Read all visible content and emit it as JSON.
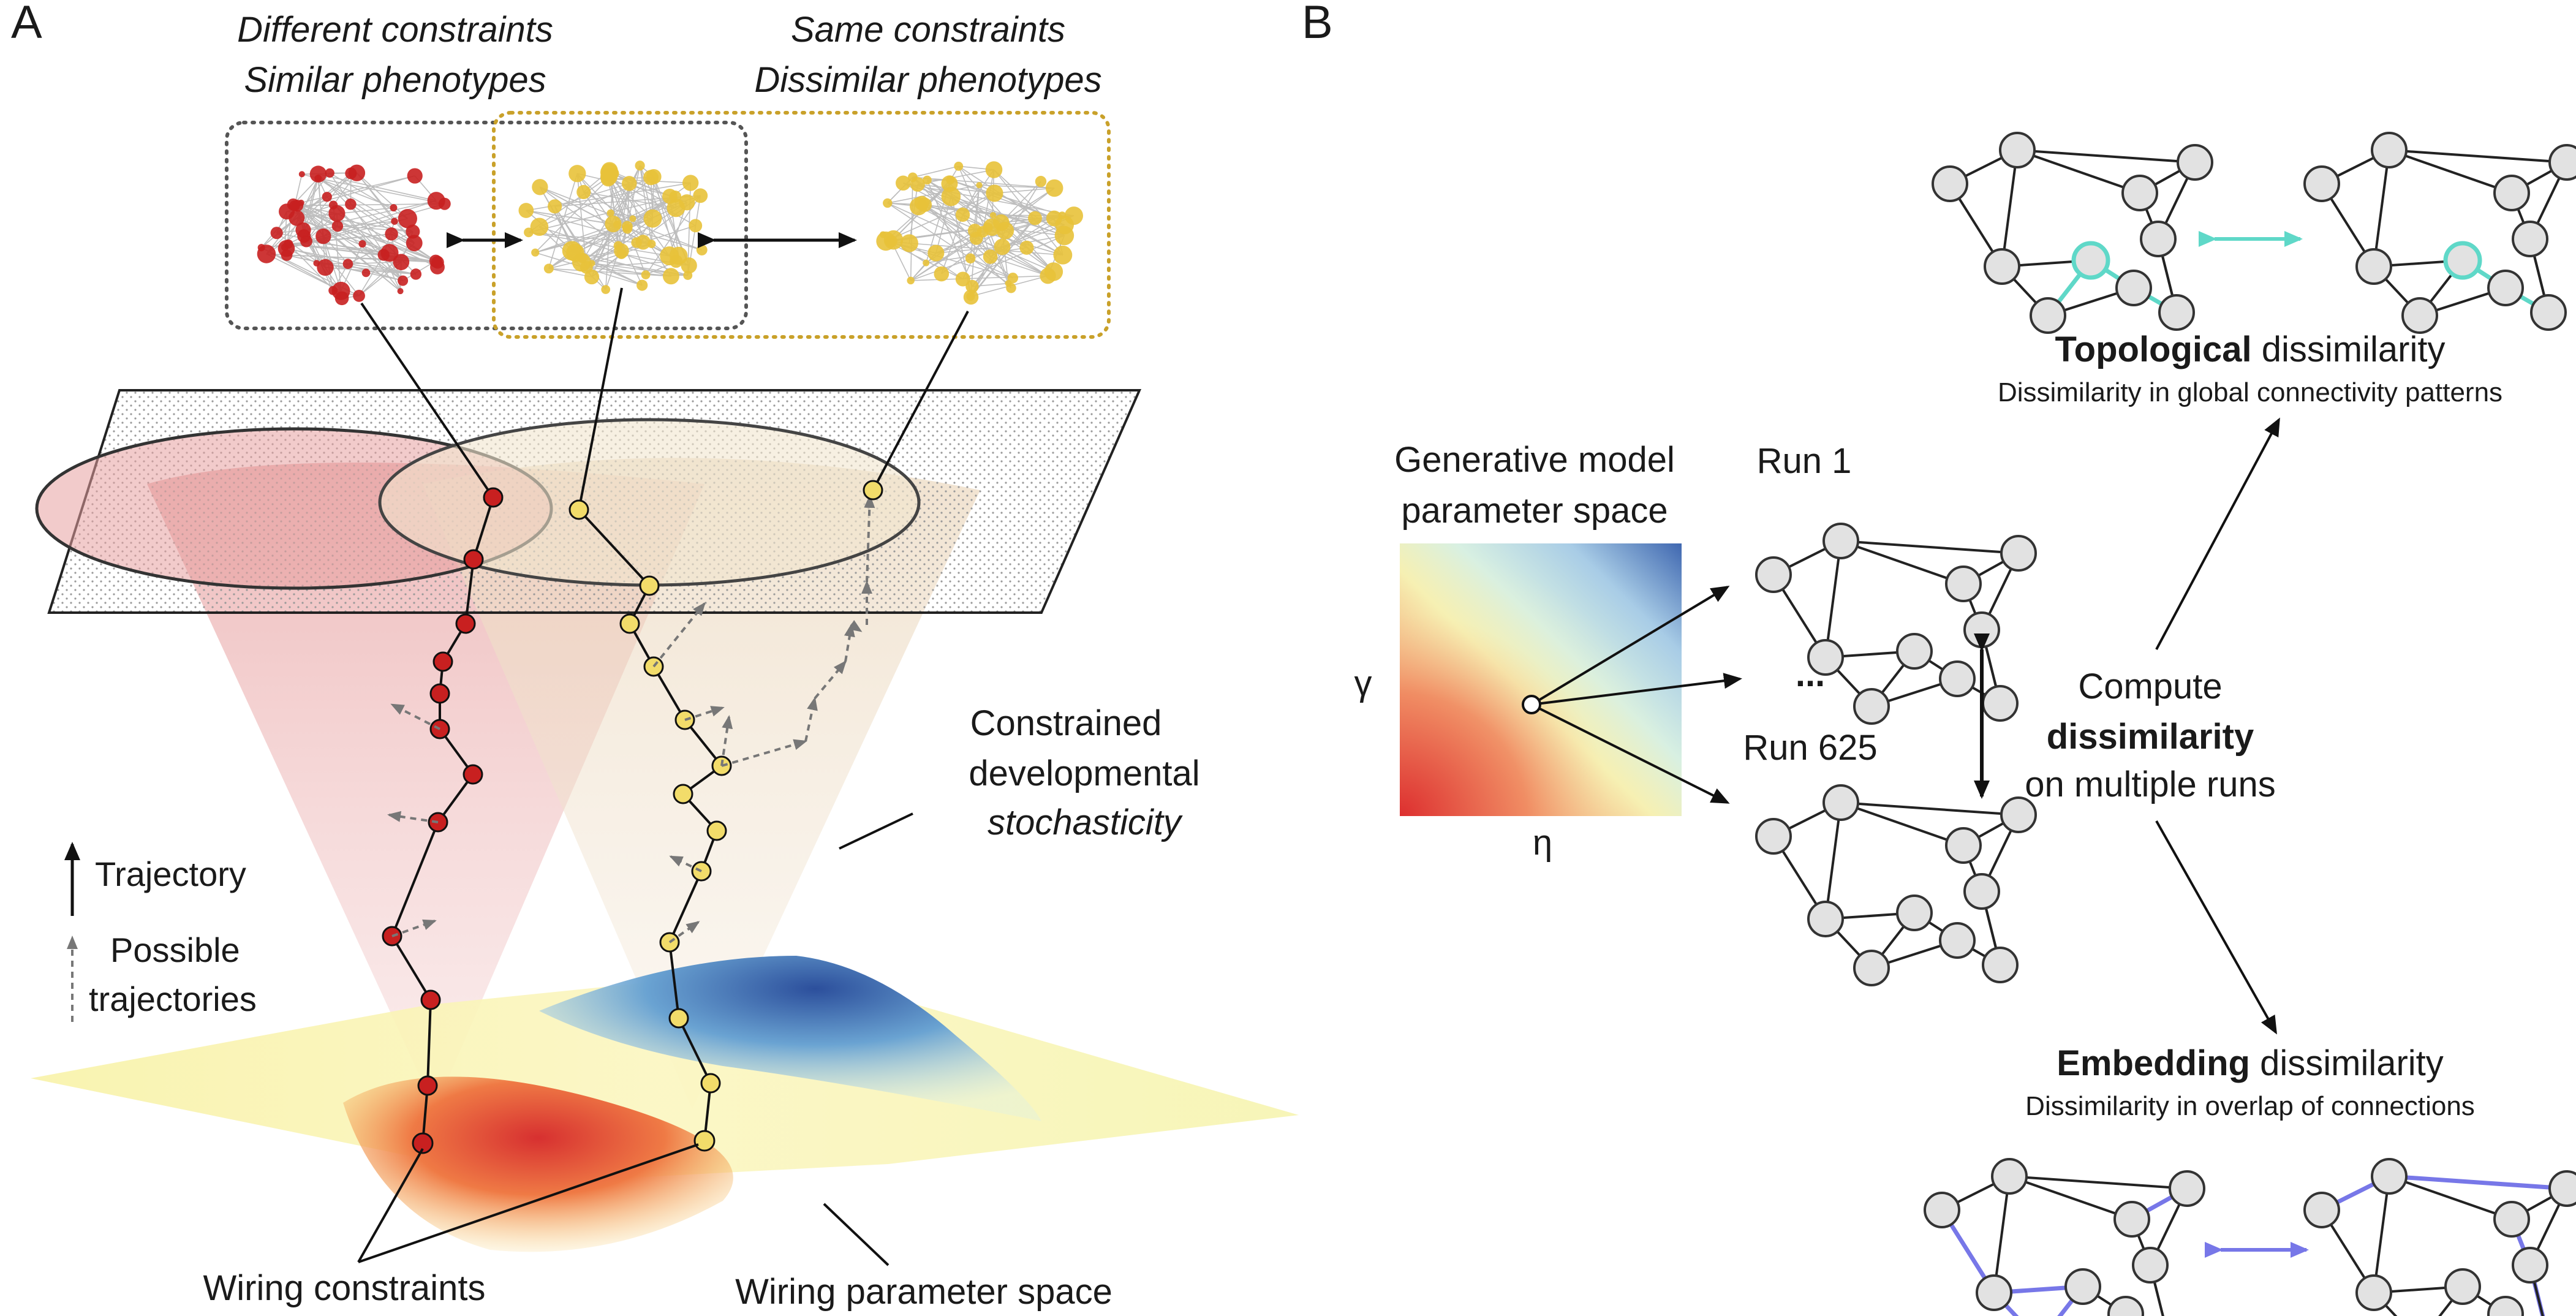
{
  "panel_a": {
    "label": "A",
    "group_left_line1": "Different constraints",
    "group_left_line2": "Similar phenotypes",
    "group_right_line1": "Same constraints",
    "group_right_line2": "Dissimilar phenotypes",
    "stochasticity_line1": "Constrained",
    "stochasticity_line2": "developmental",
    "stochasticity_line3": "stochasticity",
    "legend_trajectory": "Trajectory",
    "legend_possible_line1": "Possible",
    "legend_possible_line2": "trajectories",
    "wiring_constraints": "Wiring constraints",
    "wiring_parameter_space": "Wiring parameter space"
  },
  "panel_b": {
    "label": "B",
    "param_space_line1": "Generative model",
    "param_space_line2": "parameter space",
    "axis_y": "γ",
    "axis_x": "η",
    "run_first": "Run 1",
    "run_ellipsis": "...",
    "run_last": "Run 625",
    "compute_line1": "Compute",
    "compute_line2": "dissimilarity",
    "compute_line3": "on multiple runs",
    "topo_title_bold": "Topological",
    "topo_title_rest": " dissimilarity",
    "topo_sub": "Dissimilarity in global connectivity patterns",
    "embed_title_bold": "Embedding",
    "embed_title_rest": " dissimilarity",
    "embed_sub": "Dissimilarity in overlap of connections"
  },
  "colors": {
    "red_node": "#c82020",
    "yellow_node": "#f2dc6a",
    "teal_edge": "#5fd8c8",
    "blue_edge": "#7777e8"
  }
}
